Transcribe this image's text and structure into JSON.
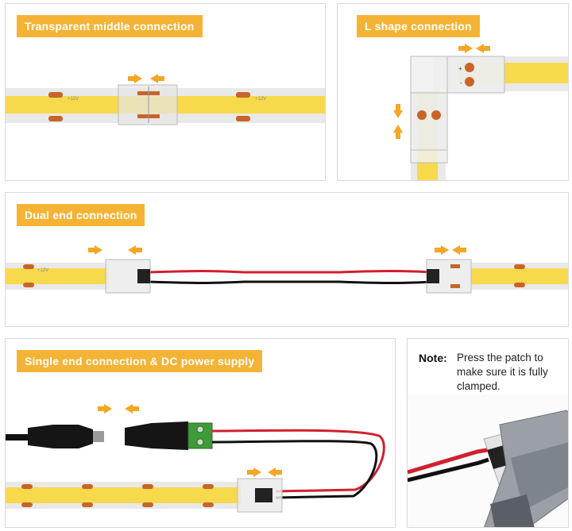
{
  "panels": {
    "transparent_middle": {
      "title": "Transparent middle connection"
    },
    "l_shape": {
      "title": "L shape connection"
    },
    "dual_end": {
      "title": "Dual  end connection"
    },
    "single_end": {
      "title": "Single  end connection & DC power supply"
    }
  },
  "strip_label": "+12V",
  "connector_polarity": {
    "plus": "+",
    "minus": "-"
  },
  "note": {
    "label": "Note:",
    "text_line1": "Press the patch to",
    "text_line2": "make sure it is fully",
    "text_line3": "clamped."
  },
  "colors": {
    "accent": "#f5b335",
    "strip_yellow": "#f7d94c",
    "copper_pad": "#c8642a",
    "wire_red": "#d1202f",
    "wire_black": "#111111",
    "terminal_green": "#3f9a3a"
  }
}
